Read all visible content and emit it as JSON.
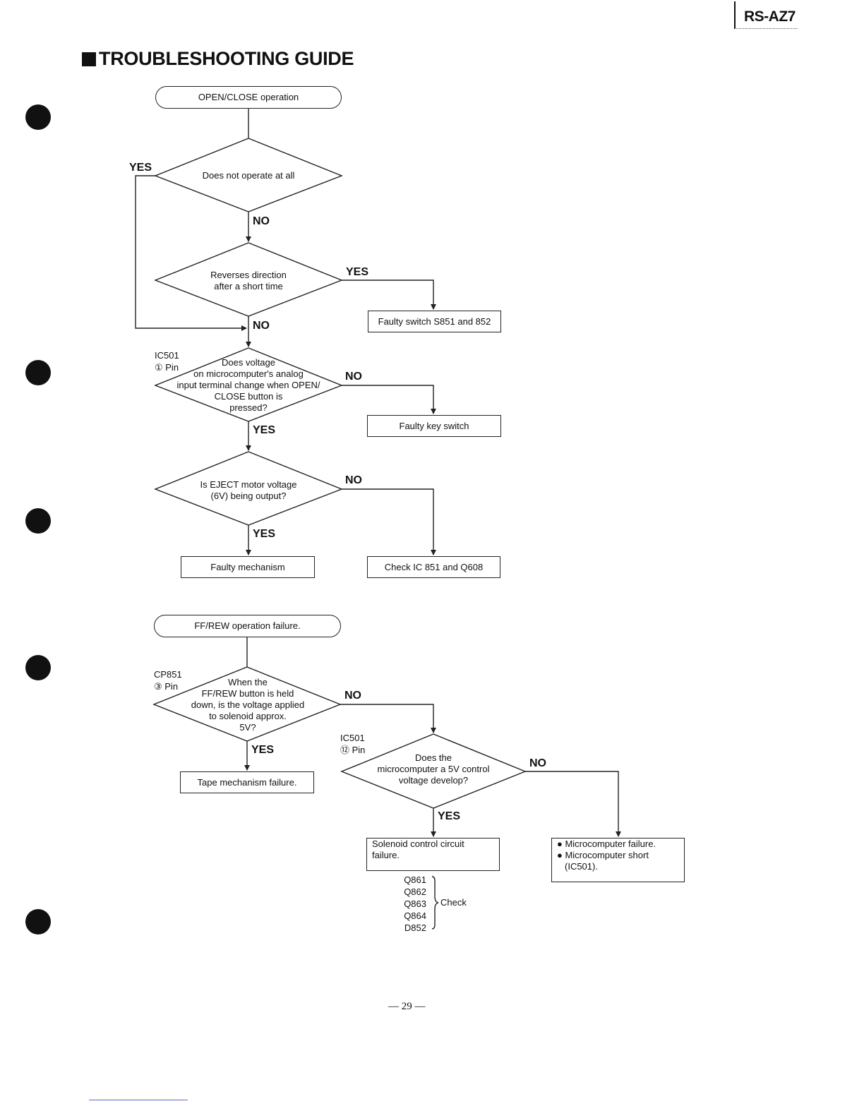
{
  "header": {
    "model": "RS-AZ7",
    "title": "TROUBLESHOOTING GUIDE"
  },
  "flow1": {
    "start": "OPEN/CLOSE operation",
    "q1": "Does not operate at all",
    "q1_yes": "YES",
    "q1_no": "NO",
    "q2_line1": "Reverses direction",
    "q2_line2": "after a short time",
    "q2_yes": "YES",
    "q2_no": "NO",
    "r1": "Faulty switch S851 and 852",
    "q3_ref_line1": "IC501",
    "q3_ref_line2": "① Pin",
    "q3_line1": "Does voltage",
    "q3_line2": "on microcomputer's analog",
    "q3_line3": "input terminal change when OPEN/",
    "q3_line4": "CLOSE button is",
    "q3_line5": "pressed?",
    "q3_no": "NO",
    "q3_yes": "YES",
    "r2": "Faulty key switch",
    "q4_line1": "Is EJECT motor voltage",
    "q4_line2": "(6V) being output?",
    "q4_no": "NO",
    "q4_yes": "YES",
    "r3": "Faulty mechanism",
    "r4": "Check IC 851 and Q608"
  },
  "flow2": {
    "start": "FF/REW operation failure.",
    "q1_ref_line1": "CP851",
    "q1_ref_line2": "③ Pin",
    "q1_line1": "When the",
    "q1_line2": "FF/REW button is held",
    "q1_line3": "down, is the voltage applied",
    "q1_line4": "to solenoid approx.",
    "q1_line5": "5V?",
    "q1_no": "NO",
    "q1_yes": "YES",
    "r1": "Tape mechanism failure.",
    "q2_ref_line1": "IC501",
    "q2_ref_line2": "⑫ Pin",
    "q2_line1": "Does the",
    "q2_line2": "microcomputer a 5V control",
    "q2_line3": "voltage develop?",
    "q2_no": "NO",
    "q2_yes": "YES",
    "r2_line1": "Solenoid control circuit",
    "r2_line2": "failure.",
    "checks": [
      "Q861",
      "Q862",
      "Q863",
      "Q864",
      "D852"
    ],
    "check_word": "Check",
    "r3_line1": "● Microcomputer failure.",
    "r3_line2": "● Microcomputer short",
    "r3_line3": "(IC501)."
  },
  "footer": {
    "page": "— 29 —"
  }
}
